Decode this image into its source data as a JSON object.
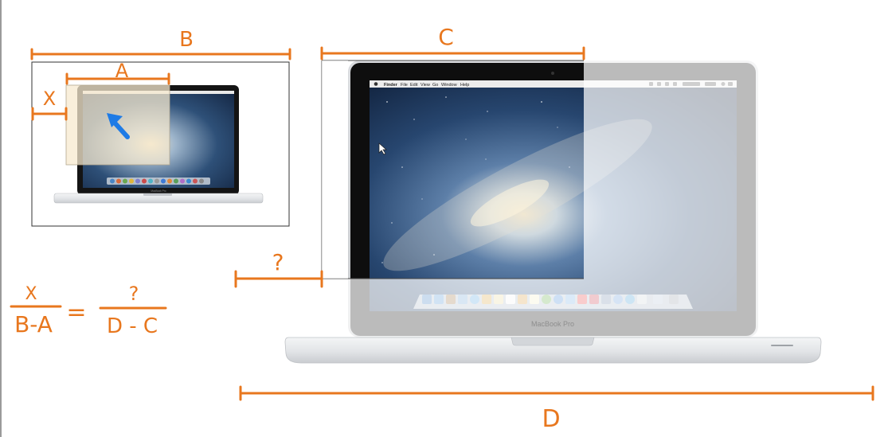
{
  "labels": {
    "a": "A",
    "b": "B",
    "c": "C",
    "d": "D",
    "x": "X",
    "unknown": "?"
  },
  "formula": {
    "left_numerator": "X",
    "left_denominator": "B-A",
    "equals": "=",
    "right_numerator": "?",
    "right_denominator": "D - C"
  },
  "laptop": {
    "brand_label": "MacBook Pro",
    "small_brand_label": "MacBook Pro",
    "menu_items": [
      "Finder",
      "File",
      "Edit",
      "View",
      "Go",
      "Window",
      "Help"
    ]
  },
  "colors": {
    "annotation": "#e8771e",
    "pointer_arrow": "#1e7be6",
    "selection_overlay": "#f7e9cf",
    "screen_overlay": "#ffffff",
    "aluminium": "#e4e6e9",
    "bezel": "#111111",
    "desktop_sky": "#1c3a63"
  },
  "icons": [
    "pointer-arrow-icon",
    "mouse-cursor-icon",
    "dock-icon"
  ]
}
